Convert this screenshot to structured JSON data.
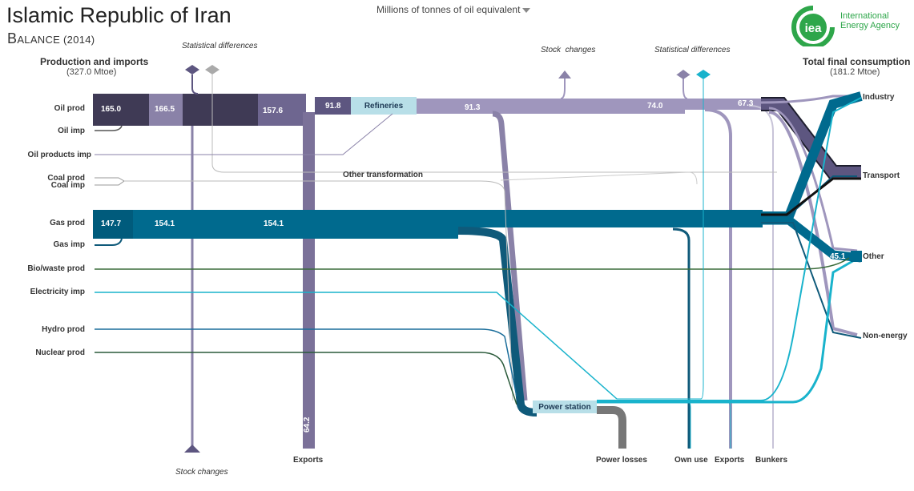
{
  "header": {
    "title": "Islamic Republic of Iran",
    "subtitle_initial": "B",
    "subtitle_rest": "ALANCE (2014)",
    "unit_select": "Millions of tonnes of oil equivalent"
  },
  "logo": {
    "mark": "iea",
    "line1": "International",
    "line2": "Energy Agency",
    "icon": "iea-logo-icon"
  },
  "left": {
    "heading": "Production and imports",
    "total": "(327.0 Mtoe)",
    "sources": [
      "Oil prod",
      "Oil imp",
      "Oil products imp",
      "Coal prod",
      "Coal imp",
      "Gas prod",
      "Gas imp",
      "Bio/waste prod",
      "Electricity imp",
      "Hydro prod",
      "Nuclear prod"
    ]
  },
  "right": {
    "heading": "Total final consumption",
    "total": "(181.2 Mtoe)",
    "sectors": [
      "Industry",
      "Transport",
      "Other",
      "Non-energy"
    ]
  },
  "nodes": {
    "refineries": "Refineries",
    "power_station": "Power station",
    "other_transformation": "Other transformation"
  },
  "annotations": {
    "stat_diff_left": "Statistical differences",
    "stat_diff_right": "Statistical differences",
    "stock_changes_top": "Stock  changes",
    "stock_changes_bottom": "Stock changes"
  },
  "bottom_labels": {
    "exports_left": "Exports",
    "power_losses": "Power losses",
    "own_use": "Own use",
    "exports_right": "Exports",
    "bunkers": "Bunkers"
  },
  "values": {
    "oil_1": "165.0",
    "oil_2": "166.5",
    "oil_3": "157.6",
    "oil_refinery_in": "91.8",
    "oil_refinery_out": "91.3",
    "oil_4": "74.0",
    "oil_5": "67.3",
    "oil_exports": "64.2",
    "gas_1": "147.7",
    "gas_2": "154.1",
    "gas_3": "154.1",
    "other_tfc": "45.1"
  },
  "colors": {
    "oil_dark": "#3f3a55",
    "oil_mid": "#8a82a8",
    "oil_light": "#9f96bd",
    "oil_exports": "#7b7199",
    "gas": "#006a8e",
    "gas_dark": "#0f5a7a",
    "electricity": "#19b3cc",
    "refinery_box": "#b8dfe8",
    "power_losses": "#777777",
    "bio": "#3a6b3a",
    "thin_gray": "#a0a0a0"
  }
}
